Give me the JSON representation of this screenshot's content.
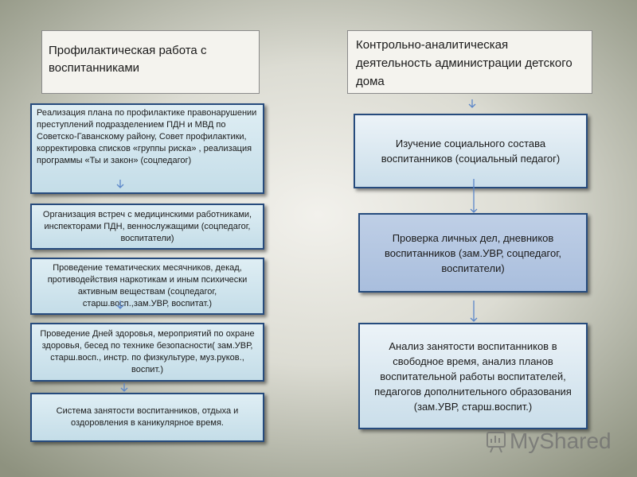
{
  "left": {
    "header": "Профилактическая работа с воспитанниками",
    "boxes": [
      "Реализация плана по профилактике правонарушении преступлений подразделением ПДН и МВД по Советско-Гаванскому району, Совет профилактики, корректировка списков «группы риска» , реализация программы «Ты и закон» (соцпедагог)",
      "Организация встреч с медицинскими работниками, инспекторами ПДН, веннослужащими (соцпедагог, воспитатели)",
      "Проведение тематических месячников, декад, противодействия наркотикам и иным психически активным веществам (соцпедагог, старш.восп.,зам.УВР, воспитат.)",
      "Проведение Дней здоровья, мероприятий по охране здоровья, бесед по технике безопасности( зам.УВР, старш.восп., инстр. по физкультуре, муз.руков., воспит.)",
      "Система занятости воспитанников, отдыха и оздоровления в каникулярное время."
    ]
  },
  "right": {
    "header": "Контрольно-аналитическая деятельность администрации детского дома",
    "boxes": [
      "Изучение социального состава воспитанников (социальный педагог)",
      "Проверка личных дел, дневников воспитанников (зам.УВР, соцпедагог, воспитатели)",
      "Анализ занятости воспитанников в свободное время, анализ планов воспитательной работы воспитателей, педагогов дополнительного образования (зам.УВР, старш.воспит.)"
    ]
  },
  "watermark": "MyShared",
  "colors": {
    "box_border": "#264b7d",
    "arrow": "#5b86c9"
  }
}
